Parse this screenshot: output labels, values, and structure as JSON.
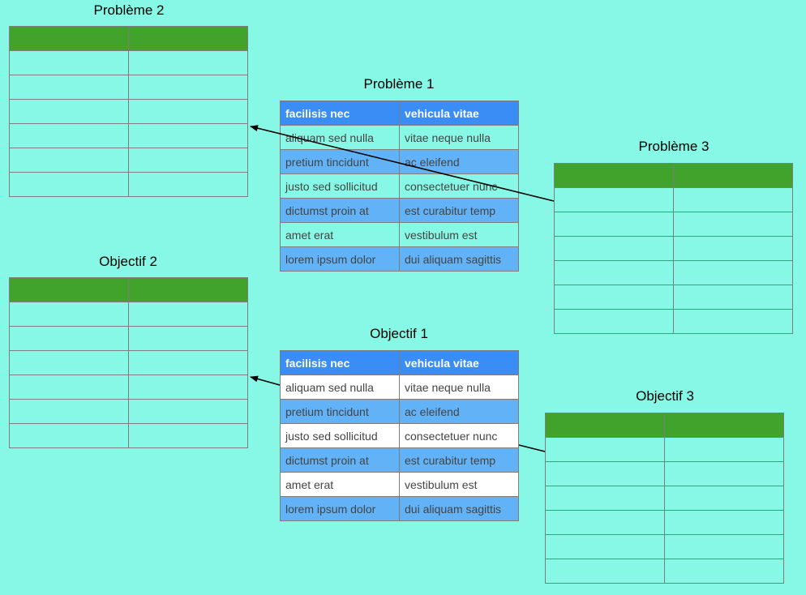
{
  "titles": {
    "probleme2": "Problème 2",
    "probleme1": "Problème 1",
    "probleme3": "Problème 3",
    "objectif2": "Objectif 2",
    "objectif1": "Objectif 1",
    "objectif3": "Objectif 3"
  },
  "table1": {
    "headers": [
      "facilisis nec",
      "vehicula vitae"
    ],
    "rows": [
      [
        "aliquam sed nulla",
        "vitae neque nulla"
      ],
      [
        "pretium tincidunt",
        "ac eleifend"
      ],
      [
        "justo sed sollicitud",
        "consectetuer nunc"
      ],
      [
        "dictumst proin at",
        "est curabitur temp"
      ],
      [
        "amet erat",
        "vestibulum est"
      ],
      [
        "lorem ipsum dolor",
        "dui aliquam sagittis"
      ]
    ]
  },
  "colors": {
    "background": "#86f8e5",
    "green_header": "#41a32c",
    "blue_header": "#3a8df5",
    "blue_row": "#62b2f7"
  }
}
